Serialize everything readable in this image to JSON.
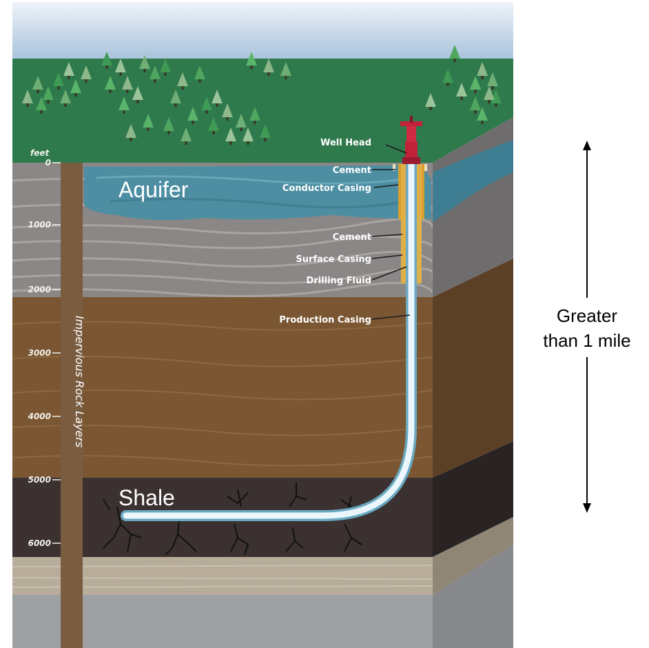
{
  "depth_scale": {
    "unit_label": "feet",
    "ticks": [
      "0",
      "1000",
      "2000",
      "3000",
      "4000",
      "5000",
      "6000"
    ]
  },
  "layers": {
    "aquifer": "Aquifer",
    "shale": "Shale",
    "impervious": "Impervious Rock Layers"
  },
  "well_labels": {
    "well_head": "Well Head",
    "cement_top": "Cement",
    "conductor_casing": "Conductor Casing",
    "cement_mid": "Cement",
    "surface_casing": "Surface Casing",
    "drilling_fluid": "Drilling Fluid",
    "production_casing": "Production Casing"
  },
  "distance_indicator": {
    "line1": "Greater",
    "line2": "than 1 mile"
  },
  "colors": {
    "sky_top": "#e6eef6",
    "sky_bottom": "#b5cde2",
    "ground": "#2f7a4d",
    "aquifer": "#4c8fa3",
    "gray_rock": "#8b8888",
    "brown_rock": "#7a5836",
    "shale": "#3a3030",
    "sandstone": "#b5ab9a",
    "bedrock": "#9ea0a2",
    "wellhead": "#c0223a",
    "pipe": "#d9ecf5",
    "casing": "#d8a030"
  }
}
